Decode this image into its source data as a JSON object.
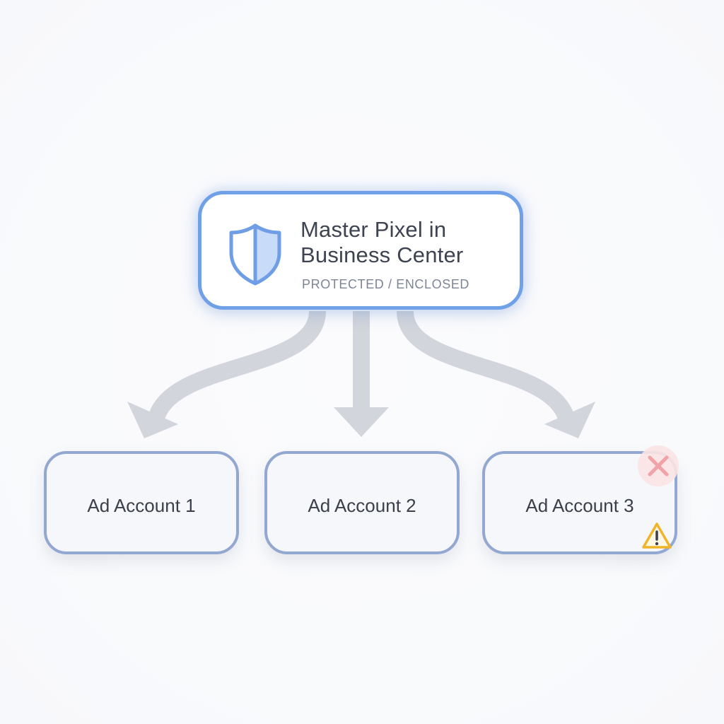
{
  "master": {
    "title_line1": "Master Pixel in",
    "title_line2": "Business Center",
    "subtitle": "PROTECTED / ENCLOSED",
    "icon": "shield-icon"
  },
  "accounts": [
    {
      "label": "Ad Account 1"
    },
    {
      "label": "Ad Account 2"
    },
    {
      "label": "Ad Account 3",
      "status_icons": [
        "x-circle-icon",
        "warning-triangle-icon"
      ]
    }
  ],
  "colors": {
    "master_border": "#6fa0e8",
    "account_border": "#93a8d1",
    "arrow": "#d2d5dc",
    "error": "#f2a4a8",
    "warning": "#f0b429"
  }
}
